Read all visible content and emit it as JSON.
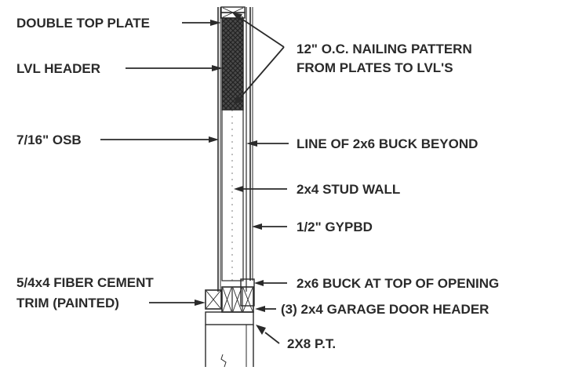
{
  "labels": {
    "double_top_plate": "DOUBLE TOP PLATE",
    "lvl_header": "LVL HEADER",
    "nailing_line1": "12\" O.C. NAILING PATTERN",
    "nailing_line2": "FROM  PLATES TO LVL'S",
    "osb": "7/16\" OSB",
    "buck_beyond": "LINE OF 2x6 BUCK BEYOND",
    "stud_wall": "2x4 STUD WALL",
    "gypbd": "1/2\" GYPBD",
    "trim_line1": "5/4x4 FIBER CEMENT",
    "trim_line2": "TRIM (PAINTED)",
    "buck_top": "2x6 BUCK AT TOP OF OPENING",
    "garage_header": "(3) 2x4 GARAGE DOOR HEADER",
    "pt": "2X8 P.T."
  }
}
